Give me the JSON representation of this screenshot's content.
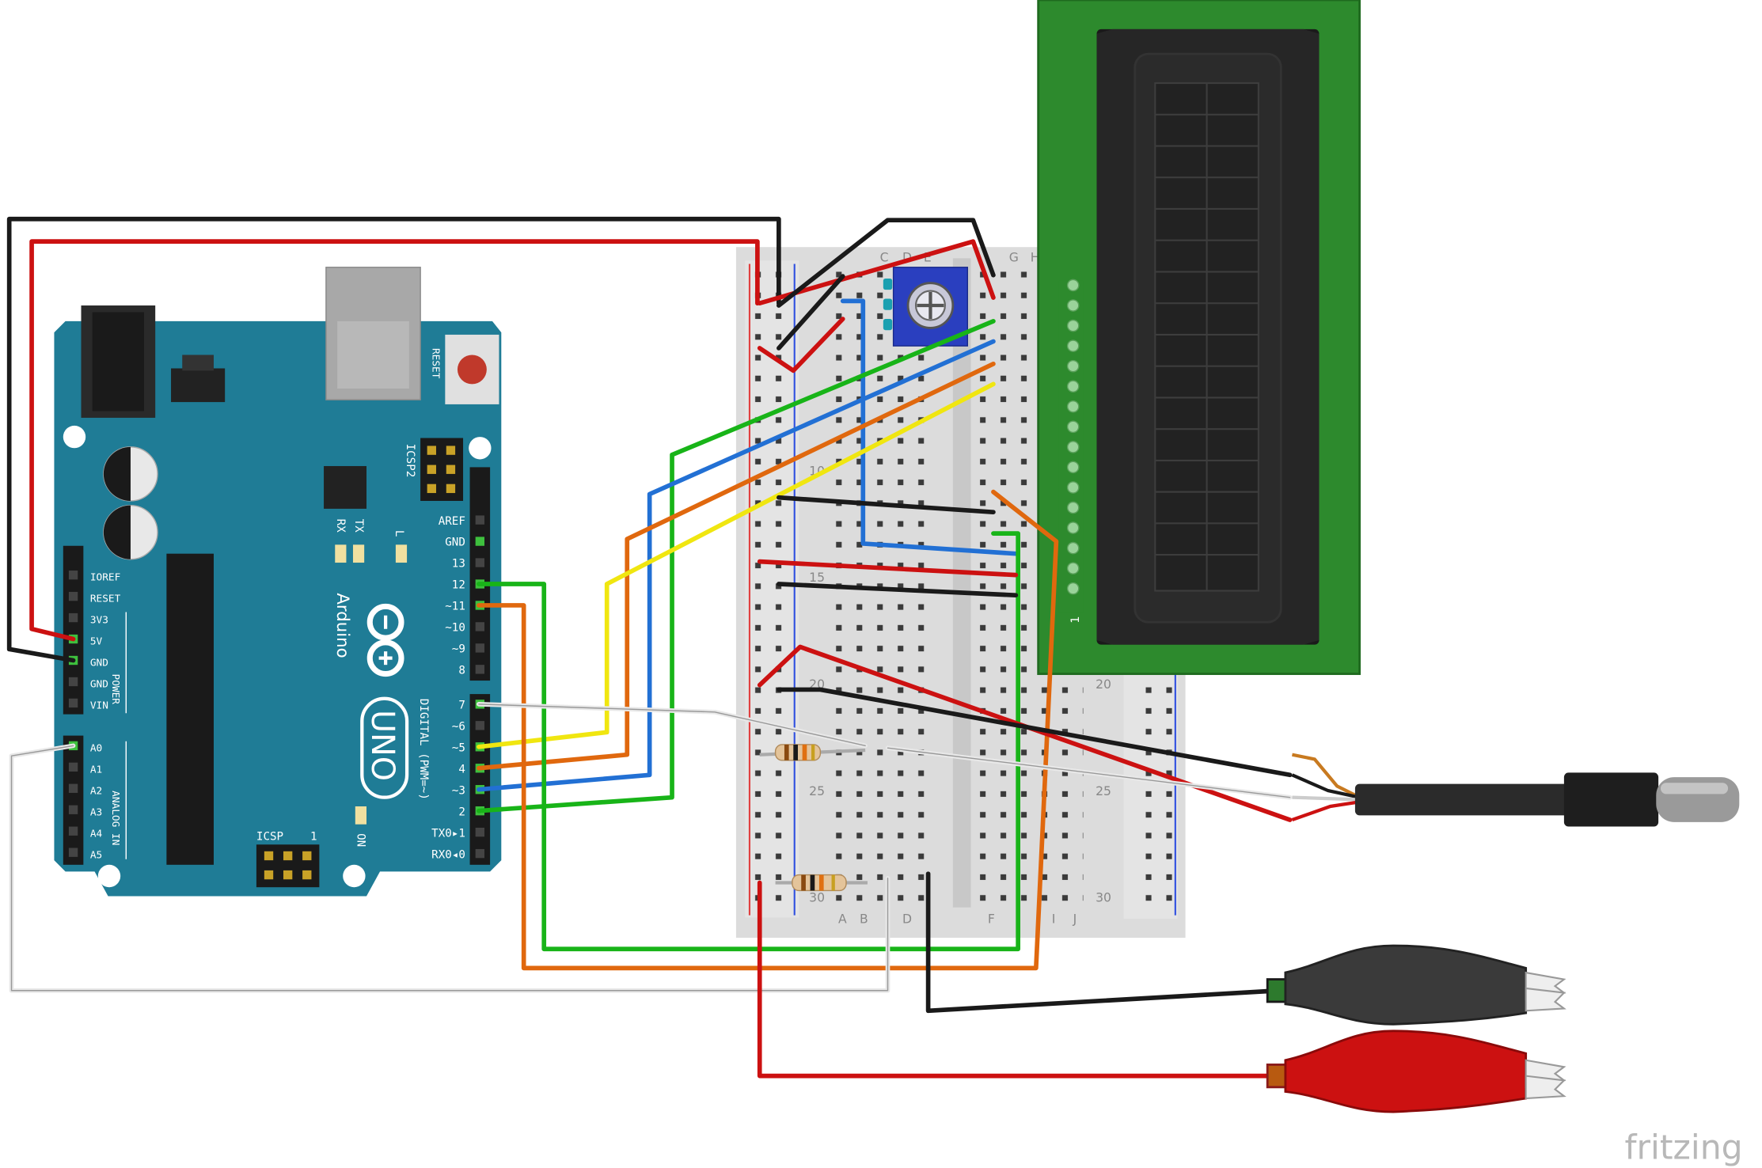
{
  "watermark": "fritzing",
  "arduino": {
    "brand": "Arduino",
    "model": "UNO",
    "reset_label": "RESET",
    "icsp2_label": "ICSP2",
    "icsp_label": "ICSP",
    "tx_label": "TX",
    "rx_label": "RX",
    "l_label": "L",
    "on_label": "ON",
    "power_label": "POWER",
    "analog_label": "ANALOG IN",
    "digital_label": "DIGITAL (PWM=~)",
    "one_label": "1",
    "power_pins": [
      "IOREF",
      "RESET",
      "3V3",
      "5V",
      "GND",
      "GND",
      "VIN"
    ],
    "analog_pins": [
      "A0",
      "A1",
      "A2",
      "A3",
      "A4",
      "A5"
    ],
    "digital_pins_top": [
      "AREF",
      "GND",
      "13",
      "12",
      "~11",
      "~10",
      "~9",
      "8"
    ],
    "digital_pins_bottom": [
      "7",
      "~6",
      "~5",
      "4",
      "~3",
      "2",
      "TX0▸1",
      "RX0◂0"
    ]
  },
  "breadboard": {
    "column_labels_top": [
      "C",
      "D",
      "E",
      "G",
      "H"
    ],
    "column_labels_bottom": [
      "A",
      "B",
      "D",
      "F",
      "I",
      "J"
    ],
    "row_numbers": [
      "10",
      "15",
      "20",
      "25",
      "30"
    ]
  },
  "lcd": {
    "pin_one_label": "1"
  },
  "colors": {
    "arduino_board": "#1f7c96",
    "lcd_board": "#2d8a2d",
    "wire_red": "#cc1111",
    "wire_black": "#1a1a1a",
    "wire_green": "#18b418",
    "wire_blue": "#2270d4",
    "wire_orange": "#e0680e",
    "wire_yellow": "#f0e610",
    "wire_white": "#e8e8e8"
  }
}
